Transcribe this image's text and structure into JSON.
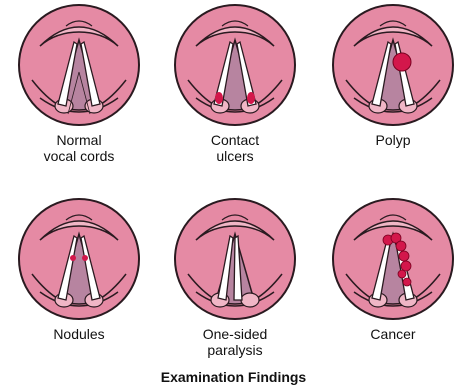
{
  "title": "Examination Findings",
  "colors": {
    "tissue": "#e58aa4",
    "tissue_light": "#f0b6c6",
    "outline": "#2a1a20",
    "cord": "#ffffff",
    "airway": "#b784a0",
    "lesion": "#d3174b"
  },
  "panels": [
    {
      "id": "normal",
      "caption": "Normal\nvocal cords"
    },
    {
      "id": "contact-ulcers",
      "caption": "Contact\nulcers"
    },
    {
      "id": "polyp",
      "caption": "Polyp"
    },
    {
      "id": "nodules",
      "caption": "Nodules"
    },
    {
      "id": "one-sided-paralysis",
      "caption": "One-sided\nparalysis"
    },
    {
      "id": "cancer",
      "caption": "Cancer"
    }
  ]
}
